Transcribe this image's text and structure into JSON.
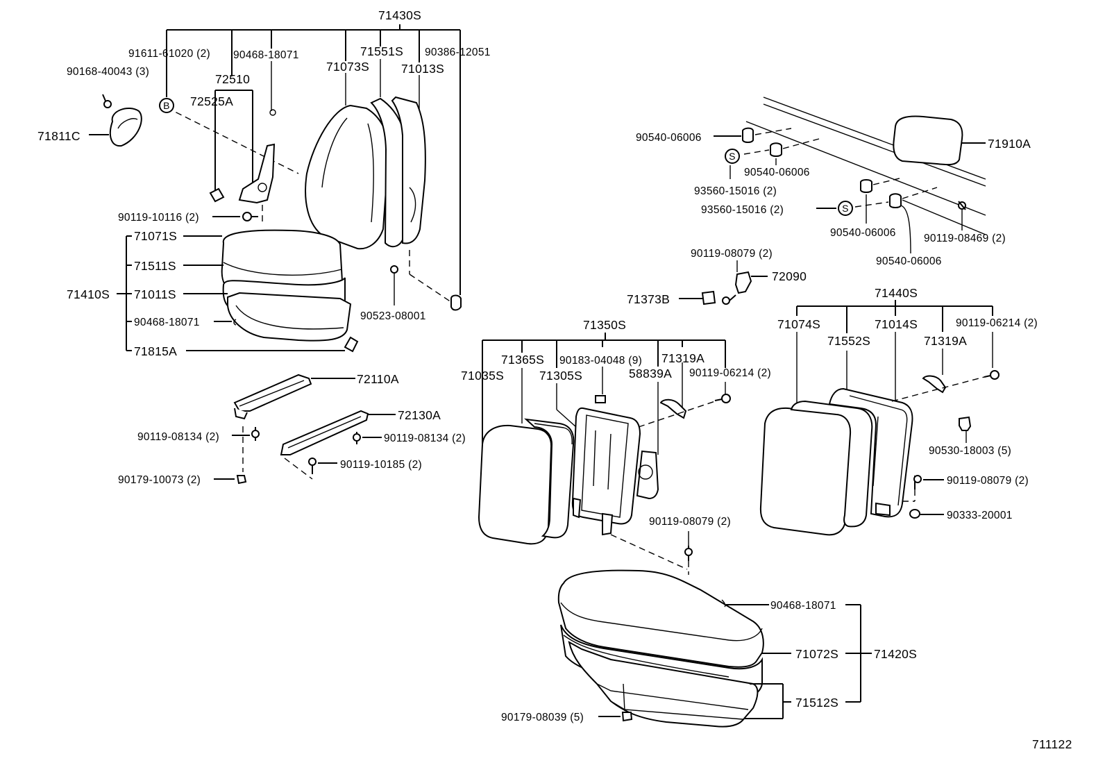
{
  "figure_code": "711122",
  "labels": {
    "a71430S": "71430S",
    "a91611": "91611-61020 (2)",
    "a90468a": "90468-18071",
    "a71551S": "71551S",
    "a90386": "90386-12051",
    "a90168": "90168-40043 (3)",
    "a72510": "72510",
    "a71073S": "71073S",
    "a71013S": "71013S",
    "a72525A": "72525A",
    "a71811C": "71811C",
    "a90119_10116": "90119-10116 (2)",
    "a71071S": "71071S",
    "a71511S": "71511S",
    "a71410S": "71410S",
    "a71011S": "71011S",
    "a90468b": "90468-18071",
    "a71815A": "71815A",
    "a90523": "90523-08001",
    "a72110A": "72110A",
    "a72130A": "72130A",
    "a90119_08134a": "90119-08134 (2)",
    "a90119_08134b": "90119-08134 (2)",
    "a90179_10073": "90179-10073 (2)",
    "a90119_10185": "90119-10185 (2)",
    "b90540a": "90540-06006",
    "b71910A": "71910A",
    "b90540b": "90540-06006",
    "b93560a": "93560-15016 (2)",
    "b93560b": "93560-15016 (2)",
    "b90540c": "90540-06006",
    "b90119_08469": "90119-08469 (2)",
    "b90540d": "90540-06006",
    "c90119_08079a": "90119-08079 (2)",
    "c72090": "72090",
    "c71373B": "71373B",
    "d71350S": "71350S",
    "d71365S": "71365S",
    "d90183": "90183-04048 (9)",
    "d71319A": "71319A",
    "d71035S": "71035S",
    "d71305S": "71305S",
    "d58839A": "58839A",
    "d90119_06214": "90119-06214 (2)",
    "d90119_08079": "90119-08079 (2)",
    "e71440S": "71440S",
    "e71074S": "71074S",
    "e71014S": "71014S",
    "e90119_06214": "90119-06214 (2)",
    "e71552S": "71552S",
    "e71319A": "71319A",
    "e90530": "90530-18003 (5)",
    "e90119_08079": "90119-08079 (2)",
    "e90333": "90333-20001",
    "f90468": "90468-18071",
    "f71072S": "71072S",
    "f71420S": "71420S",
    "f71512S": "71512S",
    "f90179": "90179-08039 (5)"
  },
  "markers": {
    "b": "B",
    "s1": "S",
    "s2": "S"
  }
}
